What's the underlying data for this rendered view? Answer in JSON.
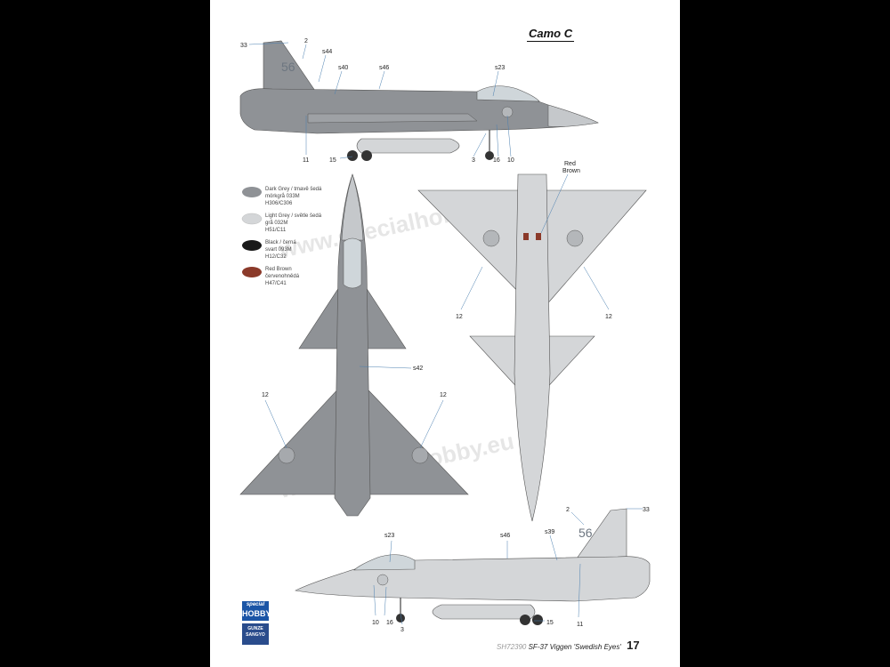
{
  "scheme": {
    "title": "Camo C"
  },
  "legend": [
    {
      "name": "Dark Grey / tmavě šedá",
      "lines": [
        "Dark Grey / tmavě šedá",
        "mörkgrå 033M",
        "H306/C306"
      ],
      "color": "#8f9296"
    },
    {
      "name": "Light Grey / světle šedá",
      "lines": [
        "Light Grey / světle šedá",
        "grå 032M",
        "H51/C11"
      ],
      "color": "#d4d6d8"
    },
    {
      "name": "Black / černá",
      "lines": [
        "Black / černá",
        "svart 093M",
        "H12/C32"
      ],
      "color": "#1a1a1a"
    },
    {
      "name": "Red Brown",
      "lines": [
        "Red Brown",
        "červenohnědá",
        "H47/C41"
      ],
      "color": "#8b3a2a"
    }
  ],
  "callouts": {
    "c33": "33",
    "c2": "2",
    "s44": "s44",
    "s40": "s40",
    "s46": "s46",
    "s23": "s23",
    "c11": "11",
    "c15": "15",
    "c3": "3",
    "c16": "16",
    "c10": "10",
    "s42": "s42",
    "c12": "12",
    "red_brown": [
      "Red",
      "Brown"
    ],
    "s39": "s39"
  },
  "aircraft": {
    "code": "56"
  },
  "watermark": "www.specialhobby.eu",
  "footer": {
    "code": "SH72390",
    "title": "SF-37 Viggen 'Swedish Eyes'",
    "page": "17"
  },
  "logos": {
    "special_hobby_top": "special",
    "special_hobby_bottom": "HOBBY",
    "gunze": "GUNZE SANGYO"
  },
  "colors": {
    "dark_grey": "#8f9296",
    "light_grey": "#d4d6d8",
    "red_brown": "#8b3a2a"
  }
}
